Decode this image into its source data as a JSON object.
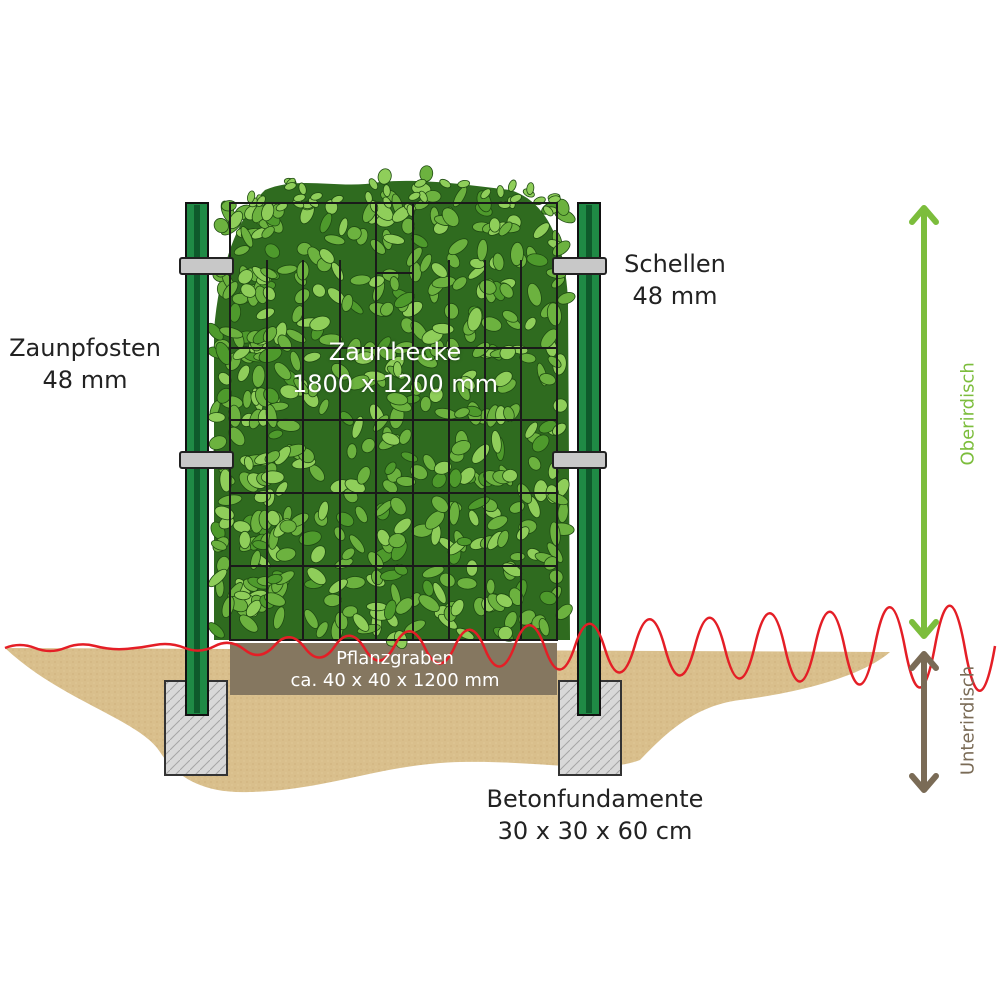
{
  "labels": {
    "zaunpfosten": [
      "Zaunpfosten",
      "48 mm"
    ],
    "schellen": [
      "Schellen",
      "48 mm"
    ],
    "zaunhecke": [
      "Zaunhecke",
      "1800 x 1200 mm"
    ],
    "pflanzgraben": [
      "Pflanzgraben",
      "ca. 40 x 40 x 1200 mm"
    ],
    "betonfundamente": [
      "Betonfundamente",
      "30 x 30 x 60 cm"
    ],
    "oberirdisch": "Oberirdisch",
    "unterirdisch": "Unterirdisch"
  },
  "colors": {
    "post": "#1f8a45",
    "post_stripe": "#0e5a2b",
    "hedge_light": "#8fce5a",
    "hedge_mid": "#6cb23f",
    "hedge_dark": "#2f6b1f",
    "soil": "#d9bf8c",
    "trench": "#857760",
    "ground_line": "#e41e26",
    "concrete": "#d8d8d8",
    "clamp": "#c8c8c8",
    "arrow_above": "#7cbd3c",
    "arrow_below": "#7a6b56"
  }
}
